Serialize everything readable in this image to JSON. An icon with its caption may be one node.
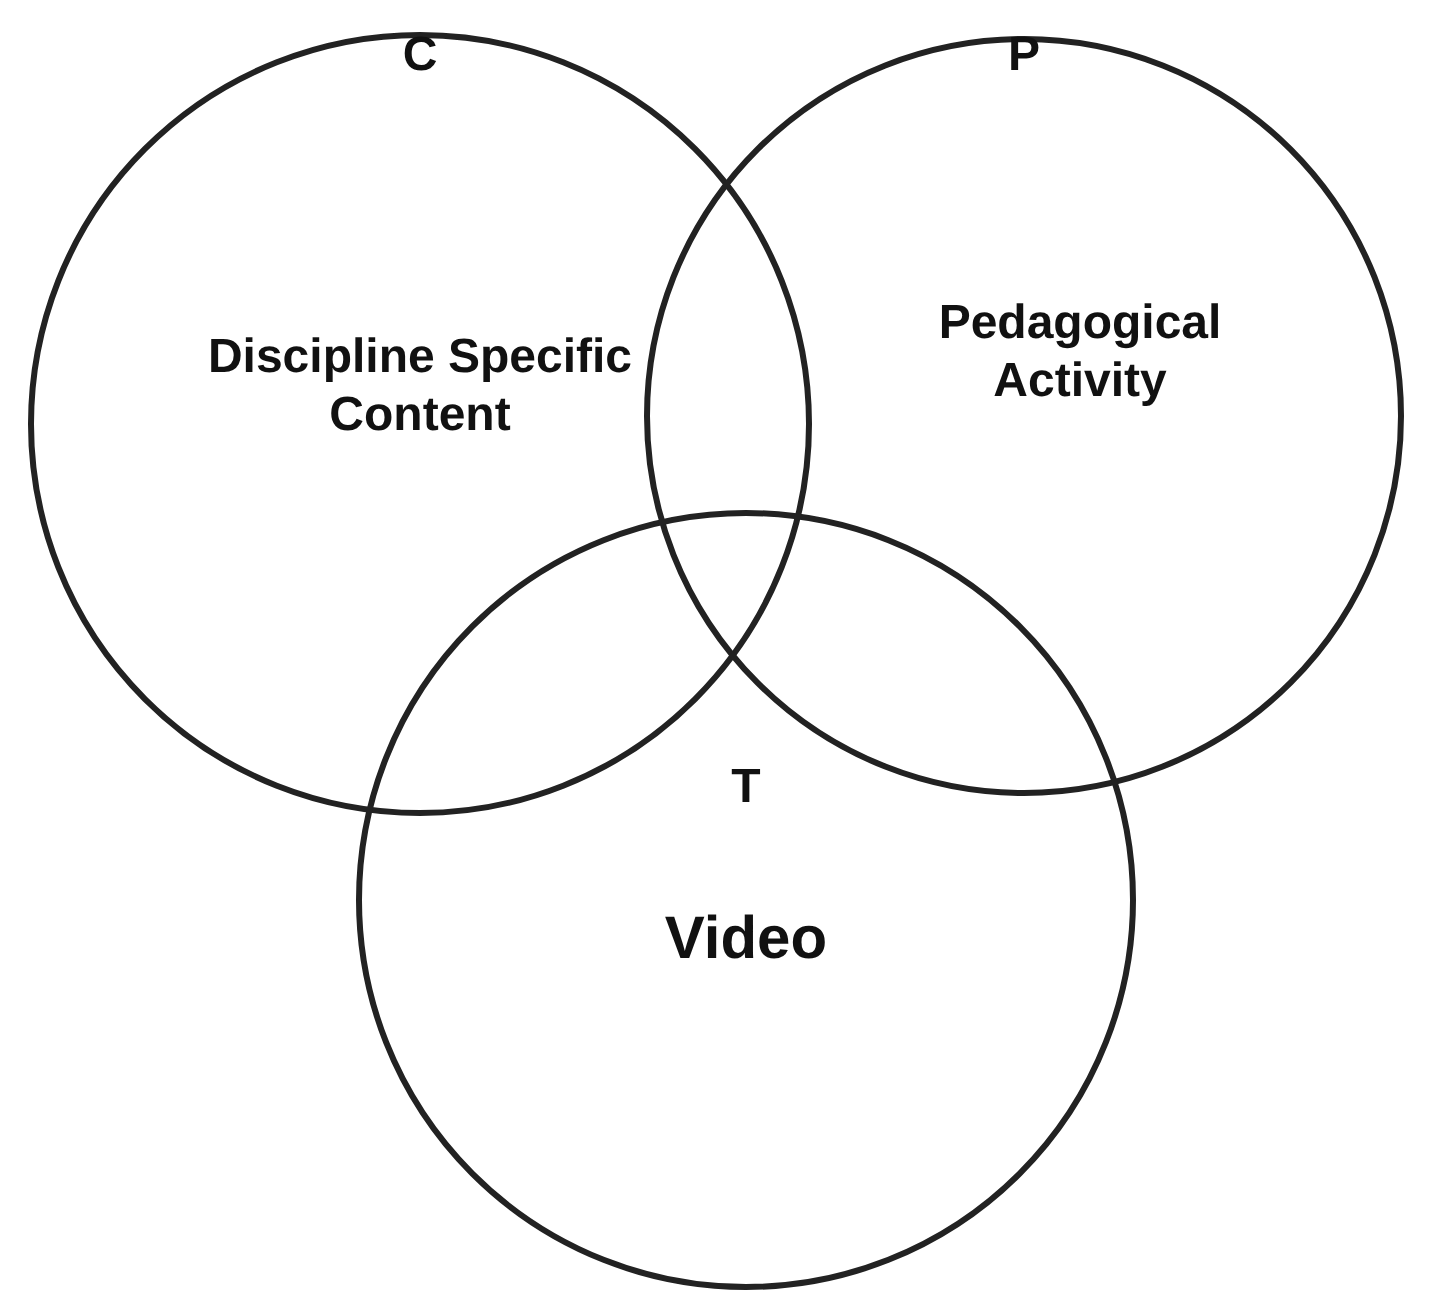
{
  "diagram": {
    "nodes": [
      {
        "text": [
          "C",
          "Discipline Specific Content"
        ]
      },
      {
        "text": [
          "P",
          "Pedagogical Activity"
        ]
      },
      {
        "text": [
          "T",
          "Video"
        ]
      }
    ]
  }
}
